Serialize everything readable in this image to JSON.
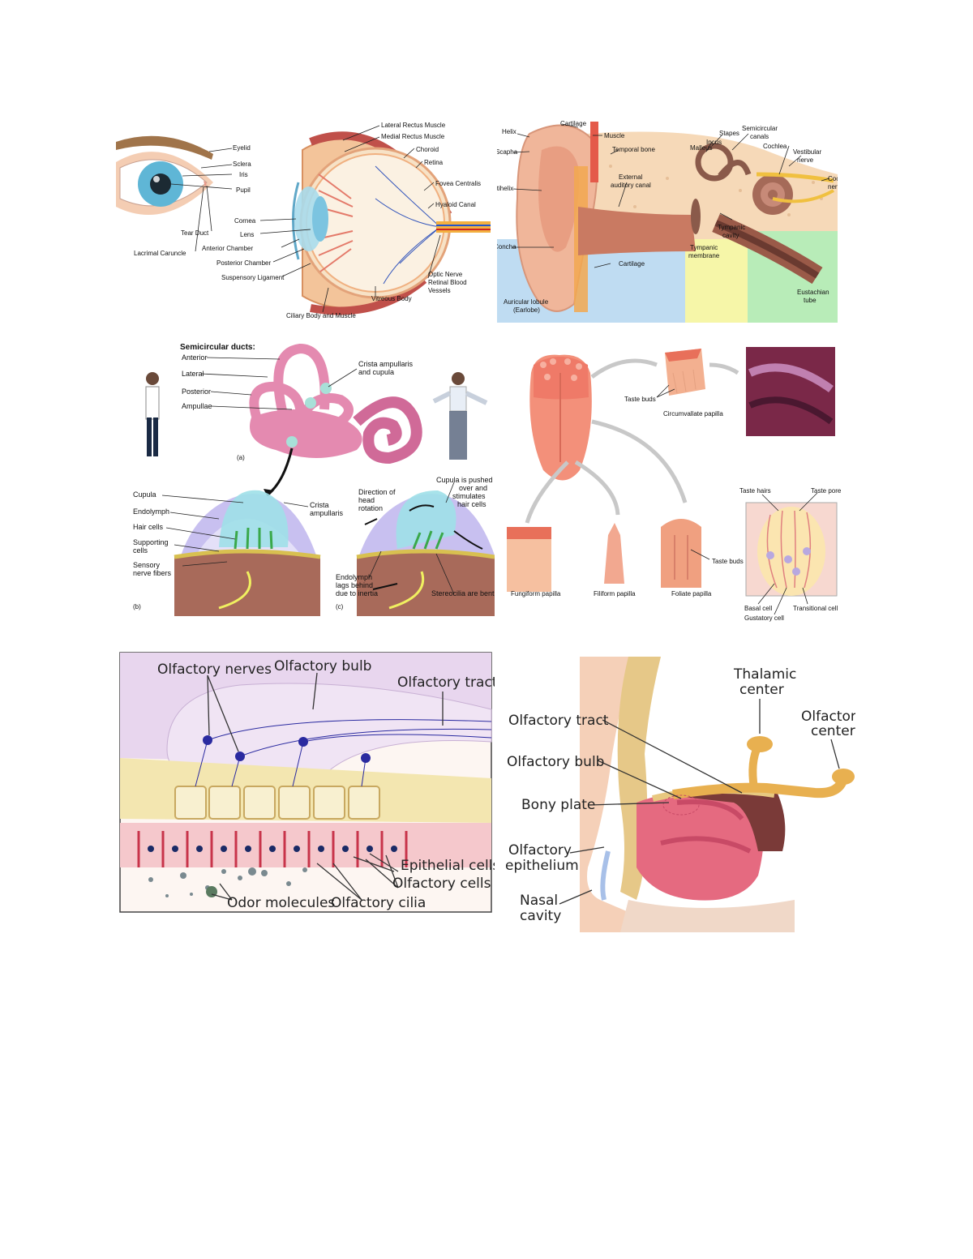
{
  "eye": {
    "labels": {
      "eyelid": "Eyelid",
      "sclera": "Sclera",
      "iris": "Iris",
      "pupil": "Pupil",
      "tear_duct": "Tear Duct",
      "lacrimal_caruncle": "Lacrimal Caruncle",
      "lateral_rectus": "Lateral Rectus Muscle",
      "medial_rectus": "Medial Rectus Muscle",
      "choroid": "Choroid",
      "retina": "Retina",
      "fovea": "Fovea Centralis",
      "hyaloid": "Hyaloid Canal",
      "cornea": "Cornea",
      "lens": "Lens",
      "anterior_chamber": "Anterior Chamber",
      "posterior_chamber": "Posterior Chamber",
      "suspensory": "Suspensory Ligament",
      "optic_nerve": "Optic Nerve",
      "retinal_blood": "Retinal Blood",
      "vessels": "Vessels",
      "vitreous": "Vitreous Body",
      "ciliary": "Ciliary Body and Muscle"
    }
  },
  "ear": {
    "labels": {
      "cartilage_top": "Cartilage",
      "helix": "Helix",
      "scapha": "Scapha",
      "antihelix": "Antihelix",
      "concha": "Concha",
      "auricular_lobule": "Auricular lobule",
      "earlobe": "(Earlobe)",
      "muscle": "Muscle",
      "temporal_bone": "Temporal bone",
      "external": "External",
      "auditory_canal": "auditory canal",
      "cartilage_bottom": "Cartilage",
      "stapes": "Stapes",
      "incus": "Incus",
      "malleus": "Malleus",
      "semicircular": "Semicircular",
      "canals": "canals",
      "cochlea": "Cochlea",
      "vestibular": "Vestibular",
      "nerve": "nerve",
      "cochlear": "Cochlear",
      "cochlear_nerve": "nerve",
      "tympanic": "Tympanic",
      "cavity": "cavity",
      "tympanic_m": "Tympanic",
      "membrane": "membrane",
      "eustachian": "Eustachian",
      "tube": "tube",
      "colors": {
        "outer": "#bfdcf2",
        "middle": "#f6f6a8",
        "inner": "#b8ecb8"
      }
    }
  },
  "vestibular": {
    "title": "Semicircular ducts:",
    "anterior": "Anterior",
    "lateral": "Lateral",
    "posterior": "Posterior",
    "ampullae": "Ampullae",
    "crista": "Crista ampullaris",
    "cupula_top": "and cupula",
    "fig_a": "(a)",
    "fig_b": "(b)",
    "fig_c": "(c)",
    "cupula": "Cupula",
    "endolymph": "Endolymph",
    "hair_cells": "Hair cells",
    "supporting": "Supporting",
    "cells": "cells",
    "sensory": "Sensory",
    "nerve_fibers": "nerve fibers",
    "crista_b": "Crista",
    "ampullaris_b": "ampullaris",
    "direction": "Direction of",
    "head": "head",
    "rotation": "rotation",
    "pushed1": "Cupula is pushed",
    "pushed2": "over and",
    "pushed3": "stimulates",
    "pushed4": "hair cells",
    "lags1": "Endolymph",
    "lags2": "lags behind",
    "lags3": "due to inertia",
    "stereo": "Stereocilia are bent"
  },
  "taste": {
    "taste_buds_top": "Taste buds",
    "circumvallate": "Circumvallate papilla",
    "fungiform": "Fungiform papilla",
    "filiform": "Filiform papilla",
    "foliate": "Foliate papilla",
    "taste_buds_foliate": "Taste buds",
    "taste_hairs": "Taste hairs",
    "taste_pore": "Taste pore",
    "basal": "Basal cell",
    "gustatory": "Gustatory cell",
    "transitional": "Transitional cell"
  },
  "olfactory_detail": {
    "nerves": "Olfactory nerves",
    "bulb": "Olfactory bulb",
    "tract": "Olfactory tract",
    "epithelial": "Epithelial cells",
    "cells": "Olfactory cells",
    "odor": "Odor molecules",
    "cilia": "Olfactory cilia"
  },
  "olfactory_head": {
    "thalamic1": "Thalamic",
    "thalamic2": "center",
    "center1": "Olfactory",
    "center2": "center",
    "tract": "Olfactory tract",
    "bulb": "Olfactory bulb",
    "bony": "Bony plate",
    "epi1": "Olfactory",
    "epi2": "epithelium",
    "nasal1": "Nasal",
    "nasal2": "cavity"
  }
}
